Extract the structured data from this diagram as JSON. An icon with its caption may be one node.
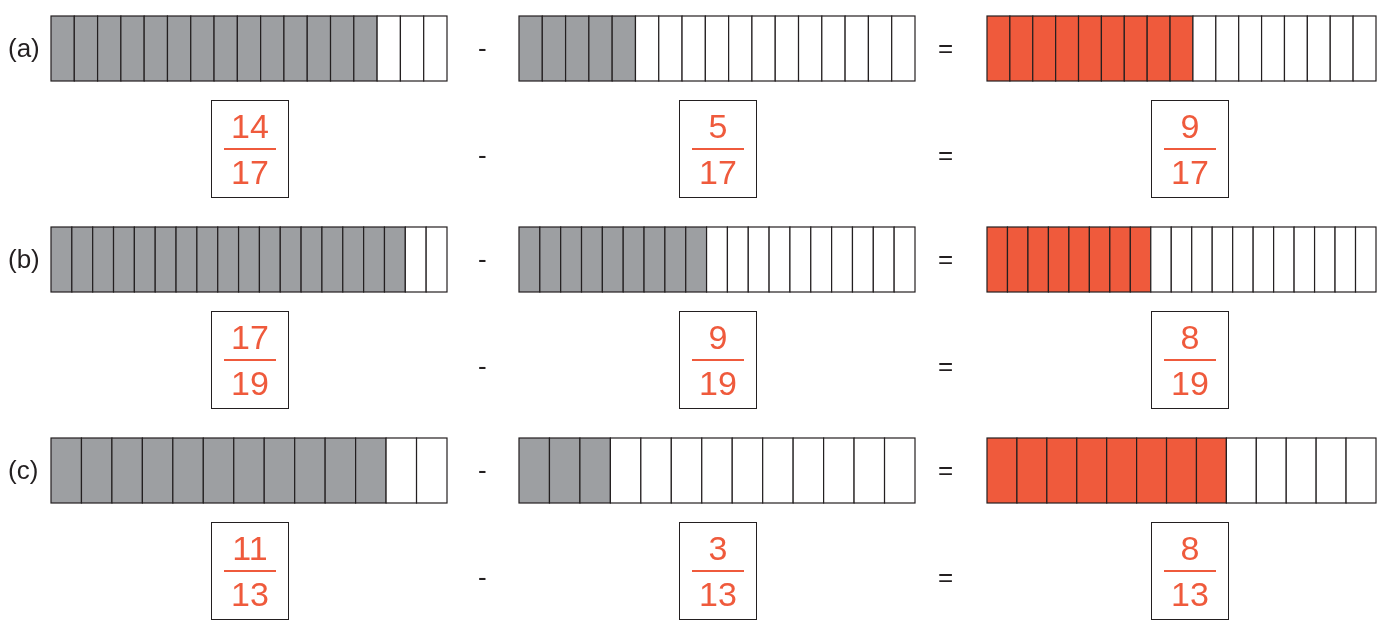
{
  "diagram": {
    "nodes": [
      {
        "text": [
          "14",
          "17"
        ]
      },
      {
        "text": [
          "5",
          "17"
        ]
      },
      {
        "text": [
          "9",
          "17"
        ]
      },
      {
        "text": [
          "17",
          "19"
        ]
      },
      {
        "text": [
          "9",
          "19"
        ]
      },
      {
        "text": [
          "8",
          "19"
        ]
      },
      {
        "text": [
          "11",
          "13"
        ]
      },
      {
        "text": [
          "3",
          "13"
        ]
      },
      {
        "text": [
          "8",
          "13"
        ]
      }
    ],
    "labels": [
      "(a)",
      "-",
      "=",
      "-",
      "=",
      "(b)",
      "-",
      "=",
      "-",
      "=",
      "(c)",
      "-",
      "=",
      "-",
      "="
    ]
  }
}
